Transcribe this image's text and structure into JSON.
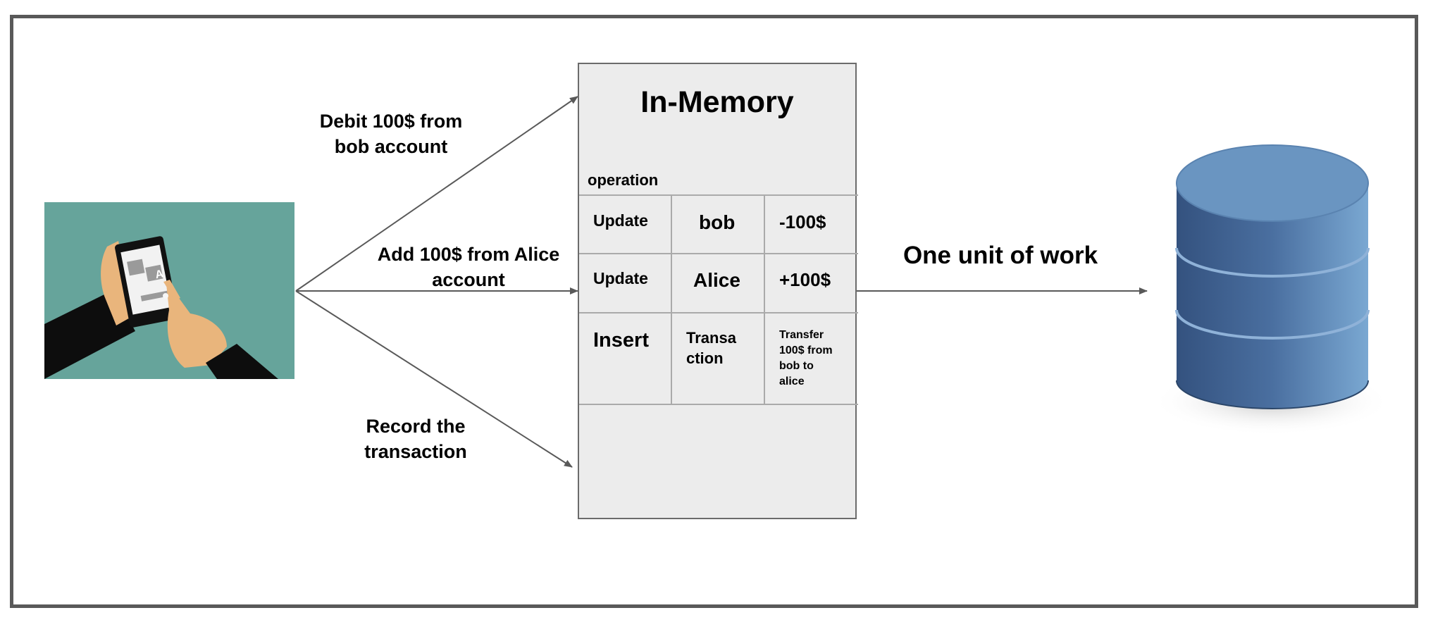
{
  "labels": {
    "debit": "Debit 100$ from\nbob account",
    "add": "Add 100$ from Alice\naccount",
    "record": "Record the\ntransaction",
    "unit_of_work": "One unit of work"
  },
  "memory": {
    "title": "In-Memory",
    "operation_label": "operation",
    "rows": [
      [
        "Update",
        "bob",
        "-100$"
      ],
      [
        "Update",
        "Alice",
        "+100$"
      ],
      [
        "Insert",
        "Transa\nction",
        "Transfer\n100$ from\nbob to\nalice"
      ]
    ]
  },
  "colors": {
    "frame": "#595959",
    "arrow": "#595959",
    "memory_fill": "#ececec",
    "phone_background": "#66a49b",
    "database": "#4e77a8"
  },
  "icons": {
    "phone": "hand-holding-phone-translate-icon",
    "database": "database-cylinder-icon"
  }
}
